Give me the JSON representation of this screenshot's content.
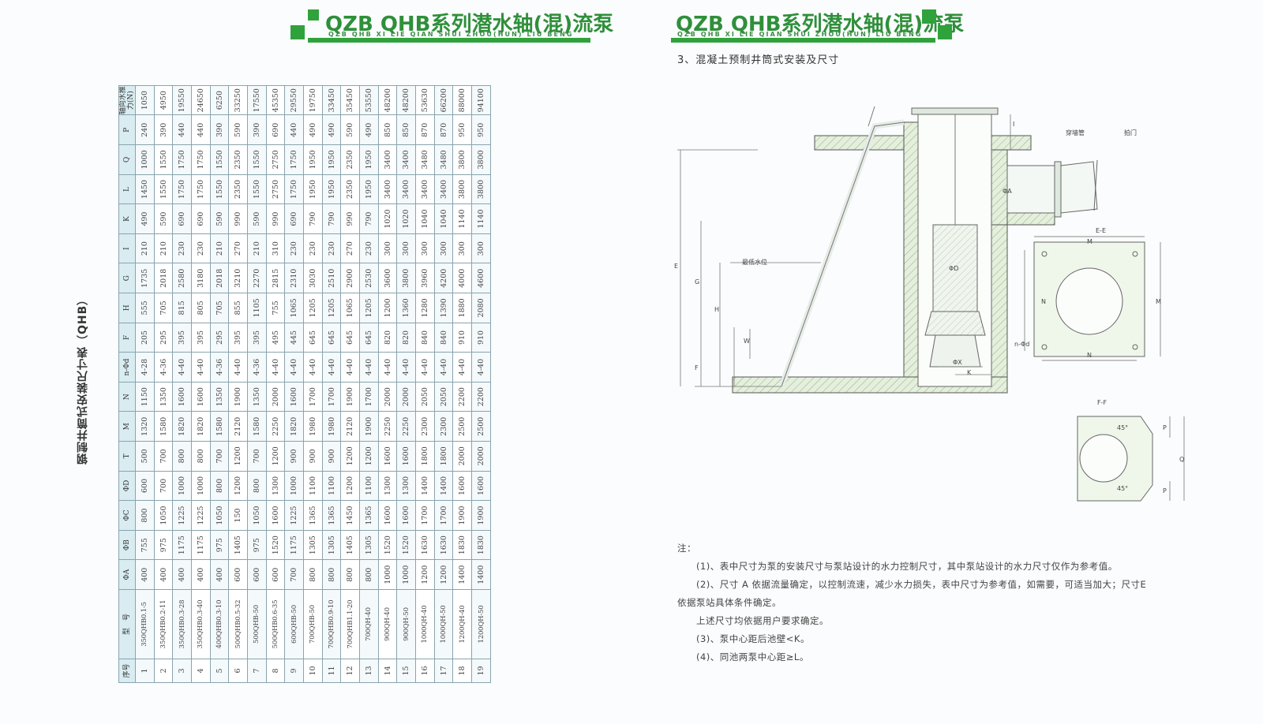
{
  "header": {
    "title": "QZB QHB系列潜水轴(混)流泵",
    "subtitle": "QZB QHB XI LIE QIAN SHUI ZHOU(HUN) LIU BENG",
    "brand_color": "#2fa23c"
  },
  "table": {
    "title": "钢制井筒式安装尺寸表（QHB）",
    "headers": [
      "序号",
      "型　号",
      "ΦA",
      "ΦB",
      "ΦC",
      "ΦD",
      "T",
      "M",
      "N",
      "n-Φd",
      "F",
      "H",
      "G",
      "I",
      "K",
      "L",
      "Q",
      "P",
      "轴向水推力(N)"
    ],
    "rows": [
      [
        "1",
        "350QHB0.1-5",
        "400",
        "755",
        "800",
        "600",
        "500",
        "1320",
        "1150",
        "4-28",
        "205",
        "555",
        "1735",
        "210",
        "490",
        "1450",
        "1000",
        "240",
        "1050"
      ],
      [
        "2",
        "350QHB0.2-11",
        "400",
        "975",
        "1050",
        "700",
        "700",
        "1580",
        "1350",
        "4-36",
        "295",
        "705",
        "2018",
        "210",
        "590",
        "1550",
        "1550",
        "390",
        "4950"
      ],
      [
        "3",
        "350QHB0.3-28",
        "400",
        "1175",
        "1225",
        "1000",
        "800",
        "1820",
        "1600",
        "4-40",
        "395",
        "815",
        "2580",
        "230",
        "690",
        "1750",
        "1750",
        "440",
        "19550"
      ],
      [
        "4",
        "350QHB0.3-40",
        "400",
        "1175",
        "1225",
        "1000",
        "800",
        "1820",
        "1600",
        "4-40",
        "395",
        "805",
        "3180",
        "230",
        "690",
        "1750",
        "1750",
        "440",
        "24650"
      ],
      [
        "5",
        "400QHB0.3-10",
        "400",
        "975",
        "1050",
        "800",
        "700",
        "1580",
        "1350",
        "4-36",
        "295",
        "705",
        "2018",
        "210",
        "590",
        "1550",
        "1550",
        "390",
        "6250"
      ],
      [
        "6",
        "500QHB0.5-32",
        "600",
        "1405",
        "150",
        "1200",
        "1200",
        "2120",
        "1900",
        "4-40",
        "395",
        "855",
        "3210",
        "270",
        "990",
        "2350",
        "2350",
        "590",
        "33250"
      ],
      [
        "7",
        "500QHB-50",
        "600",
        "975",
        "1050",
        "800",
        "700",
        "1580",
        "1350",
        "4-36",
        "395",
        "1105",
        "2270",
        "210",
        "590",
        "1550",
        "1550",
        "390",
        "17550"
      ],
      [
        "8",
        "500QHB0.6-35",
        "600",
        "1520",
        "1600",
        "1300",
        "1200",
        "2250",
        "2000",
        "4-40",
        "495",
        "755",
        "2815",
        "310",
        "990",
        "2750",
        "2750",
        "690",
        "45350"
      ],
      [
        "9",
        "600QHB-50",
        "700",
        "1175",
        "1225",
        "1000",
        "900",
        "1820",
        "1600",
        "4-40",
        "445",
        "1065",
        "2310",
        "230",
        "690",
        "1750",
        "1750",
        "440",
        "29550"
      ],
      [
        "10",
        "700QHB-50",
        "800",
        "1305",
        "1365",
        "1100",
        "900",
        "1980",
        "1700",
        "4-40",
        "645",
        "1205",
        "3030",
        "230",
        "790",
        "1950",
        "1950",
        "490",
        "19750"
      ],
      [
        "11",
        "700QHB0.9-10",
        "800",
        "1305",
        "1365",
        "1100",
        "900",
        "1980",
        "1700",
        "4-40",
        "645",
        "1205",
        "2510",
        "230",
        "790",
        "1950",
        "1950",
        "490",
        "33450"
      ],
      [
        "12",
        "700QHB1.1-20",
        "800",
        "1405",
        "1450",
        "1200",
        "1200",
        "2120",
        "1900",
        "4-40",
        "645",
        "1065",
        "2900",
        "270",
        "990",
        "2350",
        "2350",
        "590",
        "35450"
      ],
      [
        "13",
        "700QH-40",
        "800",
        "1305",
        "1365",
        "1100",
        "1200",
        "1900",
        "1700",
        "4-40",
        "645",
        "1205",
        "2530",
        "230",
        "790",
        "1950",
        "1950",
        "490",
        "53550"
      ],
      [
        "14",
        "900QH-40",
        "1000",
        "1520",
        "1600",
        "1300",
        "1600",
        "2250",
        "2000",
        "4-40",
        "820",
        "1200",
        "3600",
        "300",
        "1020",
        "3400",
        "3400",
        "850",
        "48200"
      ],
      [
        "15",
        "900QH-50",
        "1000",
        "1520",
        "1600",
        "1300",
        "1600",
        "2250",
        "2000",
        "4-40",
        "820",
        "1360",
        "3800",
        "300",
        "1020",
        "3400",
        "3400",
        "850",
        "48200"
      ],
      [
        "16",
        "1000QH-40",
        "1200",
        "1630",
        "1700",
        "1400",
        "1800",
        "2300",
        "2050",
        "4-40",
        "840",
        "1280",
        "3960",
        "300",
        "1040",
        "3400",
        "3480",
        "870",
        "53630"
      ],
      [
        "17",
        "1000QH-50",
        "1200",
        "1630",
        "1700",
        "1400",
        "1800",
        "2300",
        "2050",
        "4-40",
        "840",
        "1390",
        "4200",
        "300",
        "1040",
        "3400",
        "3480",
        "870",
        "66200"
      ],
      [
        "18",
        "1200QH-40",
        "1400",
        "1830",
        "1900",
        "1600",
        "2000",
        "2500",
        "2200",
        "4-40",
        "910",
        "1880",
        "4000",
        "300",
        "1140",
        "3800",
        "3800",
        "950",
        "88000"
      ],
      [
        "19",
        "1200QH-50",
        "1400",
        "1830",
        "1900",
        "1600",
        "2000",
        "2500",
        "2200",
        "4-40",
        "910",
        "2080",
        "4600",
        "300",
        "1140",
        "3800",
        "3800",
        "950",
        "94100"
      ]
    ]
  },
  "section": {
    "title": "3、混凝土预制井筒式安装及尺寸"
  },
  "drawing": {
    "labels": {
      "pipe": "穿墙管",
      "flap": "拍门",
      "water_level": "最低水位",
      "phi_a": "ΦA",
      "phi_d": "ΦD",
      "phi_x": "ΦX",
      "e": "E",
      "g": "G",
      "h": "H",
      "w": "W",
      "f": "F",
      "i": "I",
      "k": "K",
      "ee": "E-E",
      "m": "M",
      "n": "N",
      "nd": "n-Φd",
      "ff": "F-F",
      "p": "P",
      "q": "Q",
      "deg": "45°"
    }
  },
  "notes": {
    "head": "注：",
    "n1": "(1)、表中尺寸为泵的安装尺寸与泵站设计的水力控制尺寸，其中泵站设计的水力尺寸仅作为参考值。",
    "n2": "(2)、尺寸 A 依据流量确定，以控制流速，减少水力损失，表中尺寸为参考值，如需要，可适当加大；尺寸E",
    "n2b": "依据泵站具体条件确定。",
    "n2c": "上述尺寸均依据用户要求确定。",
    "n3": "(3)、泵中心距后池壁<K。",
    "n4": "(4)、同池两泵中心距≥L。"
  }
}
